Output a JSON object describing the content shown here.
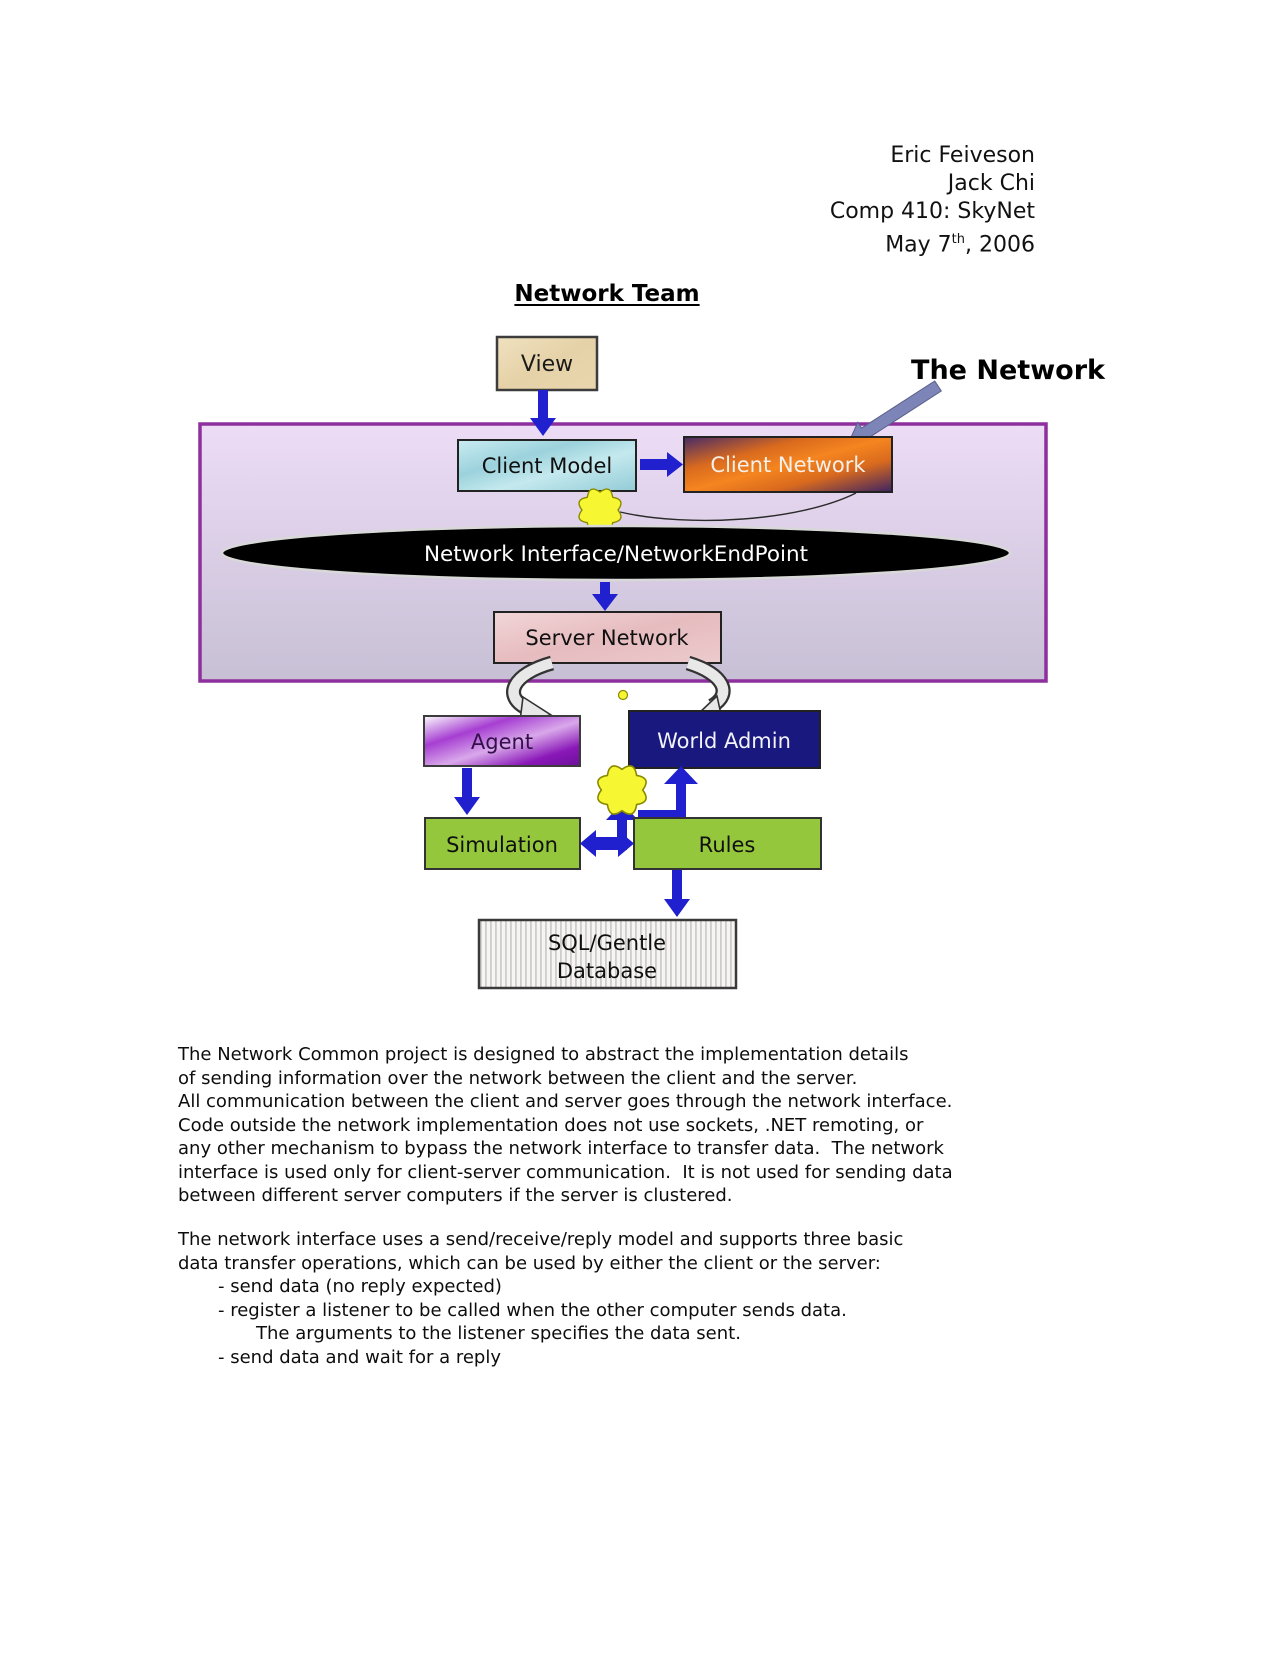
{
  "header": {
    "lines": [
      "Eric Feiveson",
      "Jack Chi",
      "Comp 410: SkyNet"
    ],
    "date_prefix": "May 7",
    "date_sup": "th",
    "date_suffix": ", 2006"
  },
  "title": "Network Team",
  "diagram": {
    "view_label": "View",
    "client_model_label": "Client Model",
    "client_network_label": "Client Network",
    "the_network_label": "The Network",
    "network_interface_label": "Network Interface/NetworkEndPoint",
    "server_network_label": "Server Network",
    "agent_label": "Agent",
    "world_admin_label": "World Admin",
    "simulation_label": "Simulation",
    "rules_label": "Rules",
    "sql_label_line1": "SQL/Gentle",
    "sql_label_line2": "Database",
    "colors": {
      "arrow_blue": "#2020cf",
      "container_border": "#8d2f9d",
      "world_admin_fill": "#18187e",
      "green_fill": "#94c73c",
      "cloud_yellow": "#f6f632",
      "ellipse_fill": "#000000",
      "network_pointer_gray_blue": "#7d85b8"
    }
  },
  "body": {
    "para1_lines": [
      "The Network Common project is designed to abstract the implementation details",
      "of sending information over the network between the client and the server.",
      "All communication between the client and server goes through the network interface.",
      "Code outside the network implementation does not use sockets, .NET remoting, or",
      "any other mechanism to bypass the network interface to transfer data.  The network",
      "interface is used only for client-server communication.  It is not used for sending data",
      "between different server computers if the server is clustered."
    ],
    "para2_lines": [
      "The network interface uses a send/receive/reply model and supports three basic",
      "data transfer operations, which can be used by either the client or the server:",
      "- send data (no reply expected)",
      "- register a listener to be called when the other computer sends data.",
      "The arguments to the listener specifies the data sent.",
      "- send data and wait for a reply"
    ]
  }
}
